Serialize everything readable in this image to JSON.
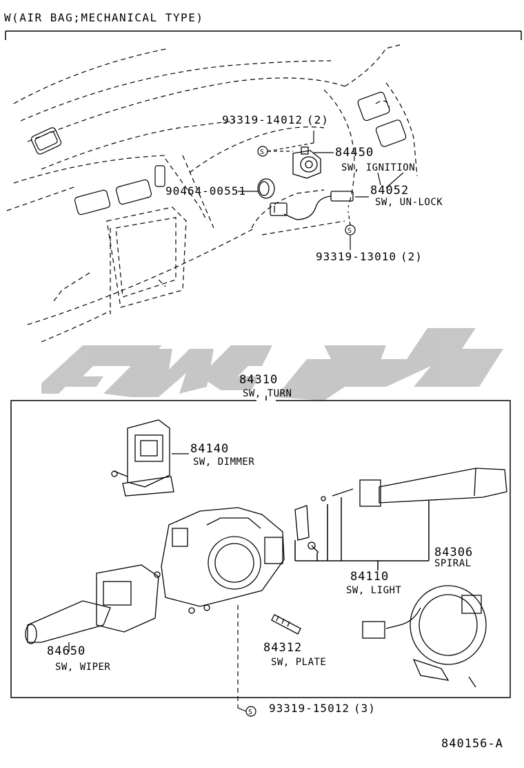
{
  "header": {
    "title": "W(AIR BAG;MECHANICAL TYPE)"
  },
  "colors": {
    "line": "#000000",
    "watermark": "#bdbdbd",
    "background": "#ffffff"
  },
  "upper_parts": [
    {
      "number": "93319-14012",
      "qty": "(2)"
    },
    {
      "number": "84450",
      "name": "SW, IGNITION"
    },
    {
      "number": "90464-00551"
    },
    {
      "number": "84052",
      "name": "SW, UN-LOCK"
    },
    {
      "number": "93319-13010",
      "qty": "(2)"
    }
  ],
  "assembly": {
    "number": "84310",
    "name": "SW, TURN"
  },
  "lower_parts": [
    {
      "number": "84140",
      "name": "SW, DIMMER"
    },
    {
      "number": "84306",
      "name": "SPIRAL"
    },
    {
      "number": "84110",
      "name": "SW, LIGHT"
    },
    {
      "number": "84650",
      "name": "SW, WIPER"
    },
    {
      "number": "84312",
      "name": "SW, PLATE"
    },
    {
      "number": "93319-15012",
      "qty": "(3)"
    }
  ],
  "footer": {
    "figure_code": "840156-A"
  }
}
